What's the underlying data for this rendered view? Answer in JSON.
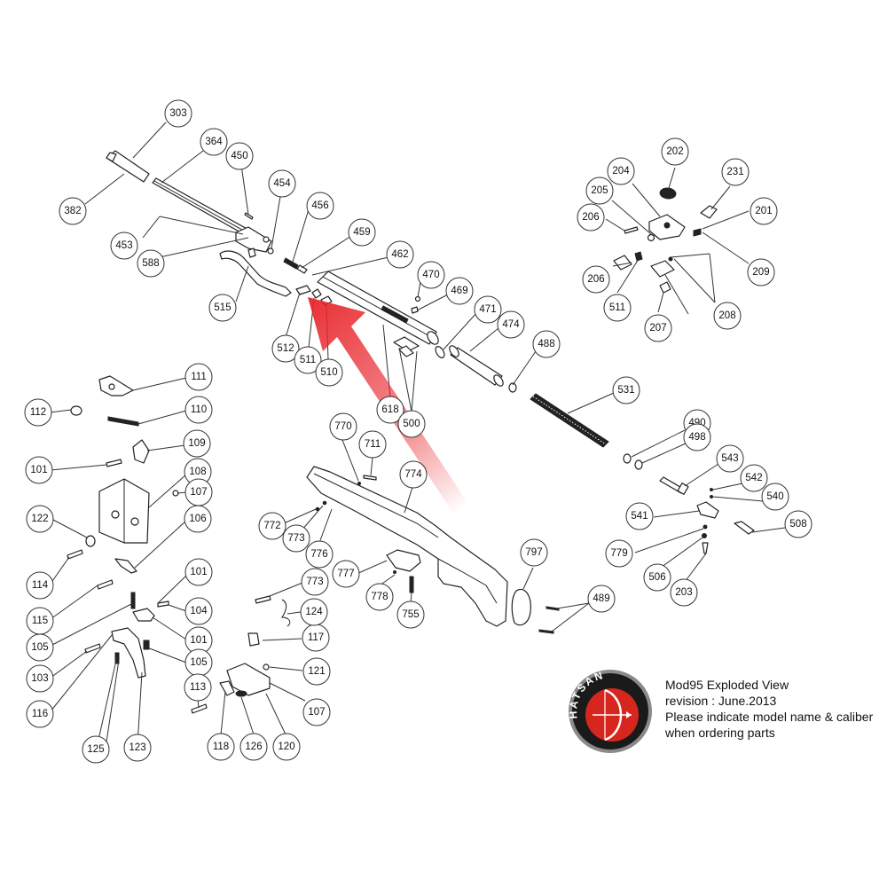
{
  "caption": {
    "title": "Mod95 Exploded View",
    "revision": "revision : June.2013",
    "note_line1": "Please indicate model name & caliber",
    "note_line2": "when ordering parts"
  },
  "logo": {
    "text": "HATSAN"
  },
  "colors": {
    "arrow": "#e8242a",
    "line": "#222222",
    "logo_dark": "#1a1a1a",
    "logo_red": "#d7261e",
    "logo_ring": "#8a8a8a"
  },
  "callouts": [
    "303",
    "364",
    "450",
    "454",
    "456",
    "459",
    "462",
    "470",
    "469",
    "471",
    "474",
    "488",
    "382",
    "453",
    "588",
    "515",
    "512",
    "511",
    "510",
    "618",
    "500",
    "531",
    "111",
    "112",
    "110",
    "109",
    "101",
    "108",
    "107",
    "122",
    "106",
    "114",
    "101",
    "115",
    "105",
    "104",
    "101",
    "103",
    "105",
    "116",
    "125",
    "123",
    "113",
    "118",
    "126",
    "120",
    "107",
    "121",
    "117",
    "124",
    "773",
    "770",
    "711",
    "774",
    "772",
    "773",
    "776",
    "777",
    "778",
    "755",
    "797",
    "489",
    "490",
    "498",
    "543",
    "542",
    "540",
    "541",
    "508",
    "779",
    "506",
    "203",
    "202",
    "204",
    "231",
    "205",
    "201",
    "206",
    "209",
    "206",
    "511",
    "208",
    "207"
  ]
}
